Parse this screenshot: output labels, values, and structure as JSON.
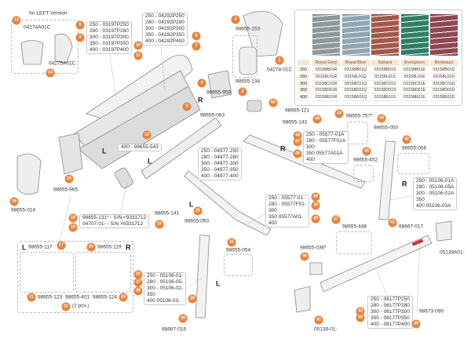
{
  "header": {
    "left_version": "for LEFT Version"
  },
  "side_labels": {
    "R1": "R",
    "R2": "R",
    "R3": "R",
    "R4": "R",
    "L1": "L",
    "L2": "L",
    "L3": "L",
    "L4": "L",
    "L5": "L"
  },
  "callouts": {
    "c04274A01C": "04274A01C",
    "c04275A01C": "04275A01C",
    "c98655_153": "98655-153",
    "c04274_01C": "04274-01C",
    "c98655_134": "98655-134",
    "c98655_959": "98655-959",
    "c98655_083": "98655-083",
    "c98655_121": "98655-121",
    "c98655_143": "98655-143",
    "c98655_965": "98655-965",
    "c98655_014": "98655-014",
    "c98655_141": "98655-141",
    "c98655_050a": "98655-050",
    "c98655_757": "98655-757*",
    "c98655_050b": "98655-050",
    "c98655_056": "98655-056",
    "c98655_452": "98655-452",
    "c98667_017": "98667-017",
    "c98655_448": "98655-448",
    "c05139A01": "05139A01-",
    "c98655_054": "98655-054",
    "c98655_036": "98655-036*",
    "c98655_117": "98655-117",
    "c98655_119": "98655-119",
    "c98655_123": "98655-123",
    "c98655_401": "98655-401",
    "c98655_124": "98655-124",
    "c2pcs": "(2 pcs.)",
    "c98667_016": "98667-016",
    "c05139_01": "05139-01-",
    "c98673_090": "98673-090"
  },
  "part_boxes": {
    "front_profile": [
      "250 - 03197P250",
      "280 - 03197P280",
      "300 - 03197P300",
      "350 - 03197P350",
      "400 - 03197P400"
    ],
    "case": [
      "250 - 04292P250",
      "280 - 04292P280",
      "300 - 04292P300",
      "350 - 04292P350",
      "400 - 04292P400"
    ],
    "roller_tube": [
      "250 - 04977-250",
      "280 - 04977-280",
      "300 - 04977-300",
      "350 - 04977-350",
      "400 - 04977-400"
    ],
    "rail": [
      "400 - 98655-543"
    ],
    "end_plug": [
      "98655-131* - S/N <9331712",
      "04707-01- - S/N >9331712"
    ],
    "arm_right": [
      "250 - 05577-01A",
      "280 - 05577F01A",
      "300",
      "350     05577A01A",
      "400"
    ],
    "arm_left": [
      "250 - 05577-01-",
      "280 - 05577F01-",
      "300",
      "350     05577A01-",
      "400"
    ],
    "leg_right": [
      "250 - 05106-01A",
      "280 - 05106-05A",
      "300 - 05106-02A",
      "350",
      "400     05106-03A"
    ],
    "leg_left": [
      "250 - 05106-01-",
      "280 - 05106-05-",
      "300 - 05106-02-",
      "350",
      "400     05106-03-"
    ],
    "lead_bar": [
      "250 - 06177P250",
      "280 - 06177P280",
      "300 - 06177P300",
      "350 - 06177P350",
      "400 - 06177P400"
    ]
  },
  "badges": [
    "1",
    "2",
    "3",
    "4",
    "5",
    "6",
    "7",
    "8",
    "9",
    "10",
    "11",
    "12",
    "13",
    "14",
    "15",
    "16",
    "17",
    "18",
    "19",
    "20",
    "21",
    "22",
    "23",
    "24",
    "25",
    "26",
    "27",
    "28",
    "29",
    "30",
    "31",
    "32",
    "33",
    "34",
    "35",
    "36",
    "37",
    "38",
    "39",
    "40",
    "41",
    "42",
    "43",
    "44",
    "45",
    "46",
    "47",
    "48",
    "49",
    "50"
  ],
  "color_table": {
    "columns": [
      {
        "name": "Royal Grey",
        "color": "#8e979b"
      },
      {
        "name": "Royal Blue",
        "color": "#8fa6b3"
      },
      {
        "name": "Sahara",
        "color": "#a4584a"
      },
      {
        "name": "Evergreen",
        "color": "#2f7f66"
      },
      {
        "name": "Bordeaux",
        "color": "#8f4650"
      }
    ],
    "rows": [
      {
        "size": "250",
        "codes": [
          "03158B01R",
          "03158B01Q",
          "03158B01S",
          "03158B01E",
          "03158B01D"
        ]
      },
      {
        "size": "280",
        "codes": [
          "03158L01R",
          "03158L01Q",
          "03158L01S",
          "03158L01E",
          "03158L01D"
        ]
      },
      {
        "size": "300",
        "codes": [
          "03158C01R",
          "03158C01Q",
          "03158C01S",
          "03158C01E",
          "03158C01D"
        ]
      },
      {
        "size": "350",
        "codes": [
          "03158D01R",
          "03158D01Q",
          "03158D01S",
          "03158D01E",
          "03158D01D"
        ]
      },
      {
        "size": "400",
        "codes": [
          "03158E01R",
          "03158E01Q",
          "03158E01S",
          "03158E01E",
          "03158E01D"
        ]
      }
    ]
  },
  "accent": "#e8843c"
}
